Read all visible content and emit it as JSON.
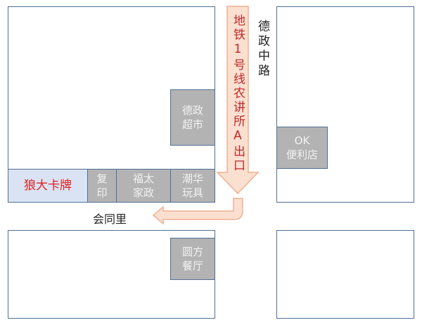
{
  "roads": {
    "vertical": "德政中路",
    "horizontal": "会同里"
  },
  "subway_exit": "地铁1号线农讲所A出口",
  "highlight_shop": "狼大卡牌",
  "shops": {
    "dezheng_supermarket": [
      "德政",
      "超市"
    ],
    "copy": [
      "复",
      "印"
    ],
    "futai": [
      "福太",
      "家政"
    ],
    "chaohua": [
      "潮华",
      "玩具"
    ],
    "ok_store": [
      "OK",
      "便利店"
    ],
    "yuanfang": [
      "圆方",
      "餐厅"
    ]
  },
  "colors": {
    "border": "#4f6f96",
    "shop": "#b3b3b3",
    "highlight_bg": "#dae3f3",
    "highlight_text": "#e02020",
    "arrow_fill": "#fbe0d0",
    "arrow_stroke": "#f0b090",
    "exit_text": "#c0282a"
  }
}
